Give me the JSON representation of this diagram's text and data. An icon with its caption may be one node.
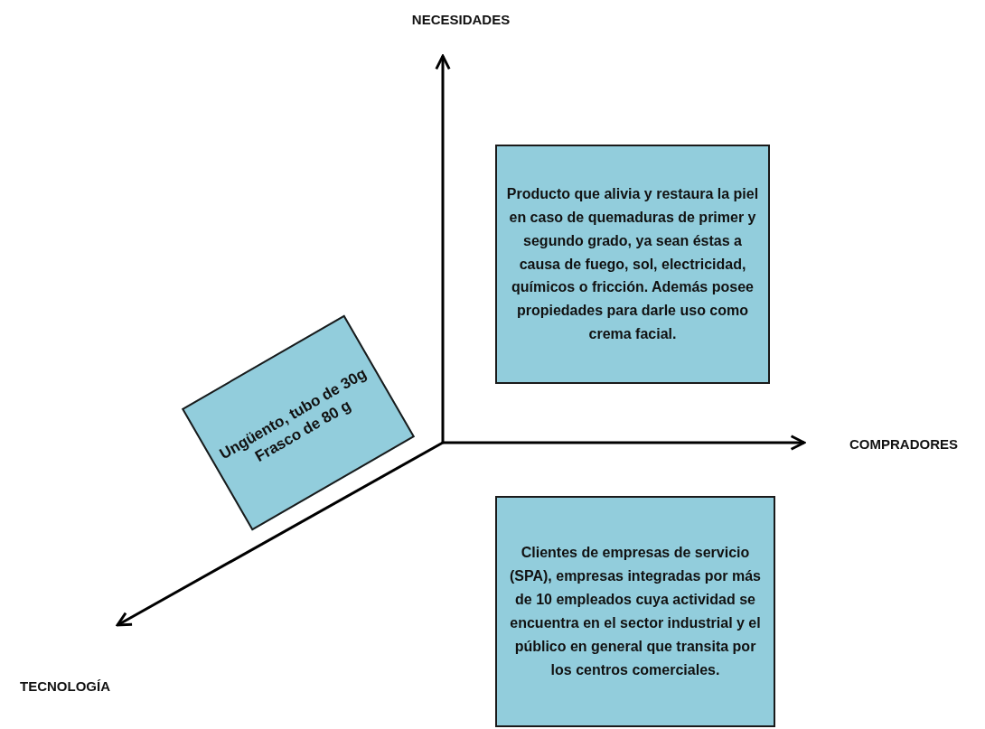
{
  "diagram": {
    "nodes": [
      {
        "text": [
          "Producto que alivia y restaura la piel en caso de quemaduras de primer y segundo grado, ya sean éstas a causa de fuego, sol, electricidad, químicos o fricción. Además posee propiedades para darle uso como crema facial."
        ]
      },
      {
        "text": [
          "Ungüento, tubo de 30g",
          "Frasco de 80 g"
        ]
      },
      {
        "text": [
          "Clientes de empresas de servicio (SPA), empresas integradas por más de 10 empleados cuya actividad se encuentra en el sector industrial y el público en general que transita por los centros comerciales."
        ]
      }
    ],
    "labels": [
      "NECESIDADES",
      "COMPRADORES",
      "TECNOLOGÍA"
    ]
  }
}
